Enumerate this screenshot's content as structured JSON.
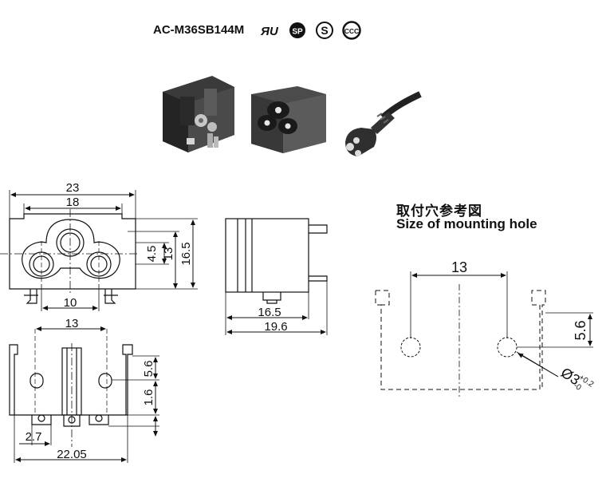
{
  "header": {
    "model": "AC-M36SB144M",
    "certifications": [
      {
        "icon": "ul-recognized-icon",
        "label": "UR"
      },
      {
        "icon": "csa-icon",
        "label": "SP"
      },
      {
        "icon": "s-mark-icon",
        "label": "S"
      },
      {
        "icon": "ccc-icon",
        "label": "CCC"
      }
    ]
  },
  "mounting_hole": {
    "title_zh": "取付穴参考図",
    "title_en": "Size of mounting hole",
    "dims": {
      "spacing": "13",
      "offset": "5.6",
      "dia": "Ø3",
      "tol_plus": "+0.2",
      "tol_minus": "-0"
    }
  },
  "front_view": {
    "dims": {
      "width": "23",
      "inner": "18",
      "height": "16.5",
      "pin_spacing": "13",
      "top_pin": "4.5",
      "bottom": "10"
    }
  },
  "side_view": {
    "dims": {
      "depth": "16.5",
      "total": "19.6"
    }
  },
  "bottom_view": {
    "dims": {
      "spacing": "13",
      "h1": "5.6",
      "h2": "1.6",
      "pitch": "2.7",
      "width": "22.05"
    }
  }
}
